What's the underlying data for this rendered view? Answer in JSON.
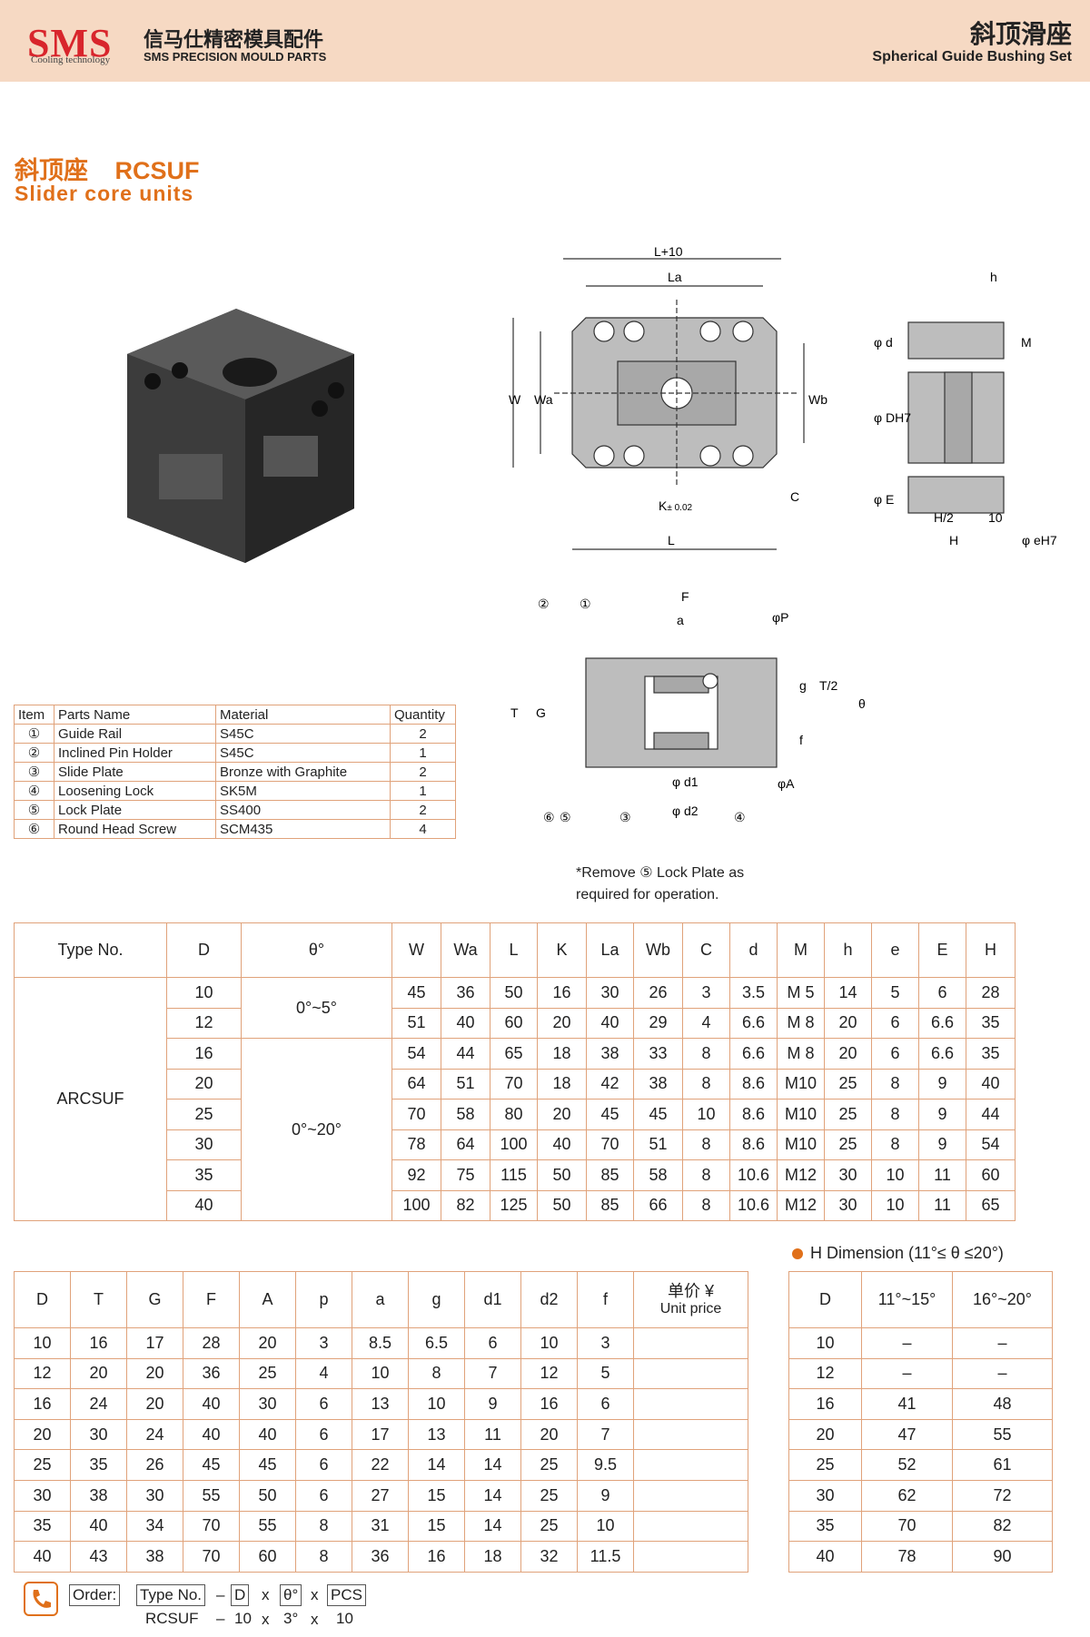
{
  "header": {
    "logo": "SMS",
    "logo_sub": "Cooling technology",
    "company_cn": "信马仕精密模具配件",
    "company_en": "SMS PRECISION MOULD PARTS",
    "title_cn": "斜顶滑座",
    "title_en": "Spherical Guide Bushing Set"
  },
  "section": {
    "title_cn": "斜顶座",
    "code": "RCSUF",
    "title_en": "Slider core units"
  },
  "drawing_labels": {
    "L10": "L+10",
    "La": "La",
    "W": "W",
    "Wa": "Wa",
    "Wb": "Wb",
    "K": "K",
    "K_tol": "± 0.02",
    "L": "L",
    "C": "C",
    "h": "h",
    "phid": "φ d",
    "M": "M",
    "phiDH7": "φ DH7",
    "phiE": "φ E",
    "H2": "H/2",
    "ten": "10",
    "H": "H",
    "phieH7": "φ eH7",
    "F": "F",
    "a": "a",
    "phiP": "φP",
    "T": "T",
    "G": "G",
    "g": "g",
    "T2": "T/2",
    "f": "f",
    "theta": "θ",
    "phid1": "φ d1",
    "phid2": "φ d2",
    "phiA": "φA",
    "c1": "①",
    "c2": "②",
    "c3": "③",
    "c4": "④",
    "c5": "⑤",
    "c6": "⑥"
  },
  "parts_table": {
    "headers": [
      "Item",
      "Parts Name",
      "Material",
      "Quantity"
    ],
    "rows": [
      [
        "①",
        "Guide Rail",
        "S45C",
        "2"
      ],
      [
        "②",
        "Inclined Pin Holder",
        "S45C",
        "1"
      ],
      [
        "③",
        "Slide Plate",
        "Bronze with Graphite",
        "2"
      ],
      [
        "④",
        "Loosening Lock",
        "SK5M",
        "1"
      ],
      [
        "⑤",
        "Lock Plate",
        "SS400",
        "2"
      ],
      [
        "⑥",
        "Round Head Screw",
        "SCM435",
        "4"
      ]
    ]
  },
  "note": {
    "line1": "*Remove ⑤ Lock Plate as",
    "line2": "required for operation."
  },
  "spec_table": {
    "headers": [
      "Type No.",
      "D",
      "θ°",
      "W",
      "Wa",
      "L",
      "K",
      "La",
      "Wb",
      "C",
      "d",
      "M",
      "h",
      "e",
      "E",
      "H"
    ],
    "type_no": "ARCSUF",
    "theta_a": "0°~5°",
    "theta_b": "0°~20°",
    "rows": [
      [
        "10",
        "45",
        "36",
        "50",
        "16",
        "30",
        "26",
        "3",
        "3.5",
        "M 5",
        "14",
        "5",
        "6",
        "28"
      ],
      [
        "12",
        "51",
        "40",
        "60",
        "20",
        "40",
        "29",
        "4",
        "6.6",
        "M 8",
        "20",
        "6",
        "6.6",
        "35"
      ],
      [
        "16",
        "54",
        "44",
        "65",
        "18",
        "38",
        "33",
        "8",
        "6.6",
        "M 8",
        "20",
        "6",
        "6.6",
        "35"
      ],
      [
        "20",
        "64",
        "51",
        "70",
        "18",
        "42",
        "38",
        "8",
        "8.6",
        "M10",
        "25",
        "8",
        "9",
        "40"
      ],
      [
        "25",
        "70",
        "58",
        "80",
        "20",
        "45",
        "45",
        "10",
        "8.6",
        "M10",
        "25",
        "8",
        "9",
        "44"
      ],
      [
        "30",
        "78",
        "64",
        "100",
        "40",
        "70",
        "51",
        "8",
        "8.6",
        "M10",
        "25",
        "8",
        "9",
        "54"
      ],
      [
        "35",
        "92",
        "75",
        "115",
        "50",
        "85",
        "58",
        "8",
        "10.6",
        "M12",
        "30",
        "10",
        "11",
        "60"
      ],
      [
        "40",
        "100",
        "82",
        "125",
        "50",
        "85",
        "66",
        "8",
        "10.6",
        "M12",
        "30",
        "10",
        "11",
        "65"
      ]
    ]
  },
  "dim_table": {
    "headers": [
      "D",
      "T",
      "G",
      "F",
      "A",
      "p",
      "a",
      "g",
      "d1",
      "d2",
      "f"
    ],
    "price_cn": "单价 ¥",
    "price_en": "Unit price",
    "rows": [
      [
        "10",
        "16",
        "17",
        "28",
        "20",
        "3",
        "8.5",
        "6.5",
        "6",
        "10",
        "3"
      ],
      [
        "12",
        "20",
        "20",
        "36",
        "25",
        "4",
        "10",
        "8",
        "7",
        "12",
        "5"
      ],
      [
        "16",
        "24",
        "20",
        "40",
        "30",
        "6",
        "13",
        "10",
        "9",
        "16",
        "6"
      ],
      [
        "20",
        "30",
        "24",
        "40",
        "40",
        "6",
        "17",
        "13",
        "11",
        "20",
        "7"
      ],
      [
        "25",
        "35",
        "26",
        "45",
        "45",
        "6",
        "22",
        "14",
        "14",
        "25",
        "9.5"
      ],
      [
        "30",
        "38",
        "30",
        "55",
        "50",
        "6",
        "27",
        "15",
        "14",
        "25",
        "9"
      ],
      [
        "35",
        "40",
        "34",
        "70",
        "55",
        "8",
        "31",
        "15",
        "14",
        "25",
        "10"
      ],
      [
        "40",
        "43",
        "38",
        "70",
        "60",
        "8",
        "36",
        "16",
        "18",
        "32",
        "11.5"
      ]
    ]
  },
  "h_table": {
    "caption": "H Dimension (11°≤ θ ≤20°)",
    "headers": [
      "D",
      "11°~15°",
      "16°~20°"
    ],
    "rows": [
      [
        "10",
        "–",
        "–"
      ],
      [
        "12",
        "–",
        "–"
      ],
      [
        "16",
        "41",
        "48"
      ],
      [
        "20",
        "47",
        "55"
      ],
      [
        "25",
        "52",
        "61"
      ],
      [
        "30",
        "62",
        "72"
      ],
      [
        "35",
        "70",
        "82"
      ],
      [
        "40",
        "78",
        "90"
      ]
    ]
  },
  "order": {
    "label": "Order:",
    "type_label": "Type No.",
    "d_label": "D",
    "theta_label": "θ°",
    "pcs_label": "PCS",
    "dash": "–",
    "x": "x",
    "ex_type": "RCSUF",
    "ex_d": "10",
    "ex_theta": "3°",
    "ex_pcs": "10"
  },
  "colors": {
    "band": "#f6d9c3",
    "accent": "#e0701a",
    "logo_red": "#d8252c",
    "border": "#e0a27a"
  }
}
